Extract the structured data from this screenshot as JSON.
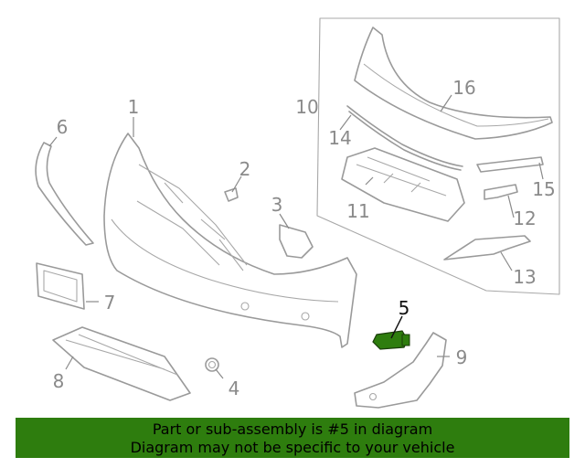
{
  "callouts": {
    "c1": "1",
    "c2": "2",
    "c3": "3",
    "c4": "4",
    "c5": "5",
    "c6": "6",
    "c7": "7",
    "c8": "8",
    "c9": "9",
    "c10": "10",
    "c11": "11",
    "c12": "12",
    "c13": "13",
    "c14": "14",
    "c15": "15",
    "c16": "16"
  },
  "highlight_color": "#2e7d0e",
  "banner": {
    "line1": "Part or sub-assembly is #5 in diagram",
    "line2": "Diagram may not be specific to your vehicle"
  }
}
